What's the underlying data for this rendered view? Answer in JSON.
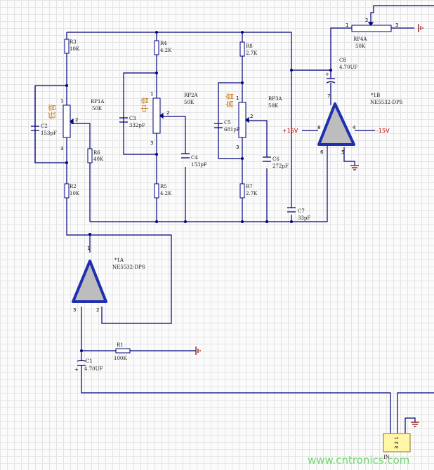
{
  "schematic": {
    "opamps": [
      {
        "id": "U1A",
        "ref": "*1A",
        "part": "NE5532-DPS",
        "pins": [
          "1",
          "2",
          "3"
        ]
      },
      {
        "id": "U1B",
        "ref": "*1B",
        "part": "NE5532-DPS",
        "pins": [
          "7",
          "8",
          "6",
          "5",
          "4"
        ],
        "vpos": "+15V",
        "vneg": "-15V"
      }
    ],
    "resistors": [
      {
        "ref": "R3",
        "value": "10K"
      },
      {
        "ref": "R2",
        "value": "10K"
      },
      {
        "ref": "R4",
        "value": "4.2K",
        "top": true
      },
      {
        "ref": "R5",
        "value": "4.2K"
      },
      {
        "ref": "R8",
        "value": "2.7K"
      },
      {
        "ref": "R7",
        "value": "2.7K"
      },
      {
        "ref": "R6",
        "value": "40K"
      },
      {
        "ref": "R1",
        "value": "100K"
      }
    ],
    "pots": [
      {
        "ref": "RP1A",
        "value": "50K",
        "band": "低音"
      },
      {
        "ref": "RP2A",
        "value": "50K",
        "band": "中音"
      },
      {
        "ref": "RP3A",
        "value": "50K",
        "band": "高音"
      },
      {
        "ref": "RP4A",
        "value": "50K"
      }
    ],
    "capacitors": [
      {
        "ref": "C2",
        "value": "153pF"
      },
      {
        "ref": "C3",
        "value": "332pF"
      },
      {
        "ref": "C4",
        "value": "153pF"
      },
      {
        "ref": "C5",
        "value": "681pF"
      },
      {
        "ref": "C6",
        "value": "272pF"
      },
      {
        "ref": "C7",
        "value": "33pF"
      },
      {
        "ref": "C8",
        "value": "4.70UF"
      },
      {
        "ref": "C1",
        "value": "4.70UF"
      }
    ],
    "pin_numbers": {
      "rp1_top": "1",
      "rp1_bot": "3",
      "rp1_wiper": "2",
      "rp2_wiper": "2",
      "rp2_top": "1",
      "rp2_bot": "3",
      "rp3_top": "1",
      "rp3_wiper": "2",
      "rp3_bot": "3",
      "rp4_1": "1",
      "rp4_2": "2",
      "rp4_3": "3",
      "jack": "3 2 1"
    },
    "connector": {
      "ref": "IN"
    },
    "watermark": "www.cntronics.com"
  }
}
